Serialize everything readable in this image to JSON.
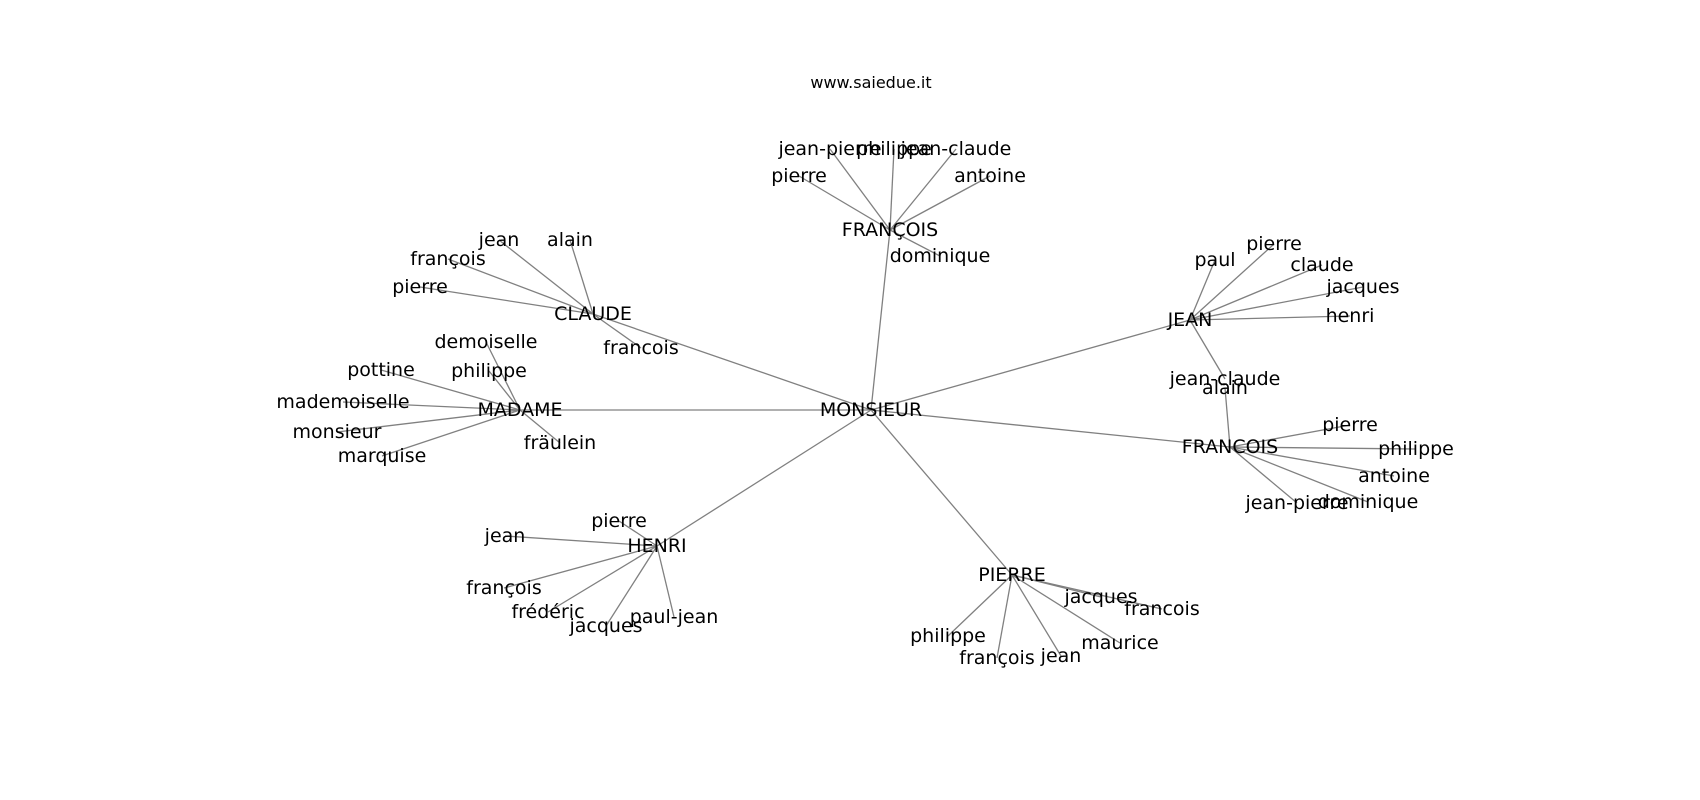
{
  "title": "www.saiedue.it",
  "colors": {
    "edge": "#808080",
    "text": "#000000",
    "background": "#ffffff"
  },
  "graph": {
    "root": "MONSIEUR",
    "hubs": [
      {
        "id": "claude",
        "label": "CLAUDE",
        "leaves": [
          "jean",
          "alain",
          "françois",
          "pierre",
          "francois"
        ]
      },
      {
        "id": "francois-accent",
        "label": "FRANÇOIS",
        "leaves": [
          "jean-pierre",
          "philippe",
          "jean-claude",
          "pierre",
          "antoine",
          "dominique"
        ]
      },
      {
        "id": "jean",
        "label": "JEAN",
        "leaves": [
          "paul",
          "pierre",
          "claude",
          "jacques",
          "henri",
          "jean-claude"
        ]
      },
      {
        "id": "madame",
        "label": "MADAME",
        "leaves": [
          "demoiselle",
          "philippe",
          "pottine",
          "mademoiselle",
          "monsieur",
          "marquise",
          "fräulein"
        ]
      },
      {
        "id": "francois-upper",
        "label": "FRANCOIS",
        "leaves": [
          "alain",
          "pierre",
          "philippe",
          "antoine",
          "jean-pierre",
          "dominique"
        ]
      },
      {
        "id": "henri",
        "label": "HENRI",
        "leaves": [
          "pierre",
          "jean",
          "françois",
          "frédéric",
          "jacques",
          "paul-jean"
        ]
      },
      {
        "id": "pierre",
        "label": "PIERRE",
        "leaves": [
          "jacques",
          "francois",
          "philippe",
          "françois",
          "jean",
          "maurice"
        ]
      }
    ]
  }
}
